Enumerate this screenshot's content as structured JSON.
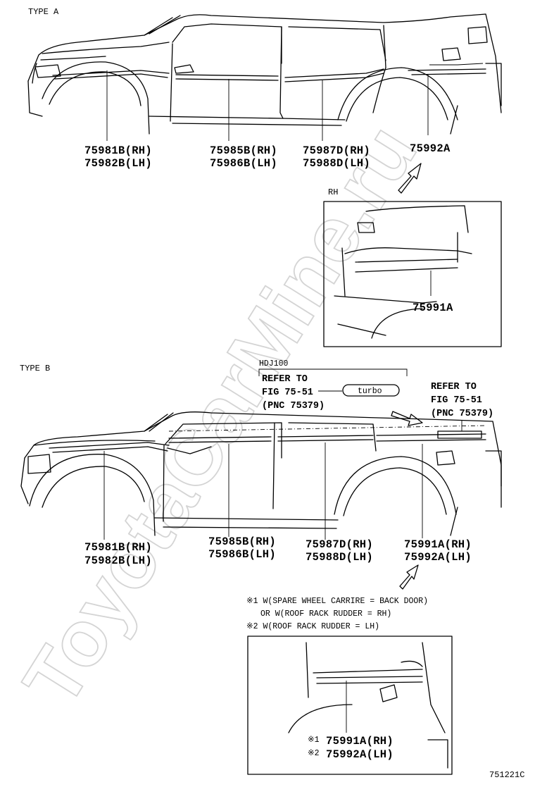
{
  "watermark": "ToyotaCarMine.ru",
  "sections": {
    "type_a": {
      "label": "TYPE A"
    },
    "type_b": {
      "label": "TYPE B"
    }
  },
  "type_a_parts": {
    "p75981b": "75981B(RH)",
    "p75982b": "75982B(LH)",
    "p75985b": "75985B(RH)",
    "p75986b": "75986B(LH)",
    "p75987d": "75987D(RH)",
    "p75988d": "75988D(LH)",
    "p75992a": "75992A"
  },
  "inset_rh": {
    "label": "RH",
    "part": "75991A"
  },
  "type_b_parts": {
    "model_code": "HDJ100",
    "refer1_line1": "REFER TO",
    "refer1_line2": "FIG 75-51",
    "refer1_line3": "(PNC 75379)",
    "refer2_line1": "REFER TO",
    "refer2_line2": "FIG 75-51",
    "refer2_line3": "(PNC 75379)",
    "badge_text": "turbo",
    "p75981b": "75981B(RH)",
    "p75982b": "75982B(LH)",
    "p75985b": "75985B(RH)",
    "p75986b": "75986B(LH)",
    "p75987d": "75987D(RH)",
    "p75988d": "75988D(LH)",
    "p75991a": "75991A(RH)",
    "p75992a": "75992A(LH)"
  },
  "notes": {
    "note1_line1": "※1 W(SPARE WHEEL CARRIRE = BACK DOOR)",
    "note1_line2": "OR W(ROOF RACK RUDDER = RH)",
    "note2_line1": "※2 W(ROOF RACK RUDDER = LH)"
  },
  "inset_b": {
    "mark1": "※1",
    "part1": "75991A(RH)",
    "mark2": "※2",
    "part2": "75992A(LH)"
  },
  "figure_id": "751221C"
}
